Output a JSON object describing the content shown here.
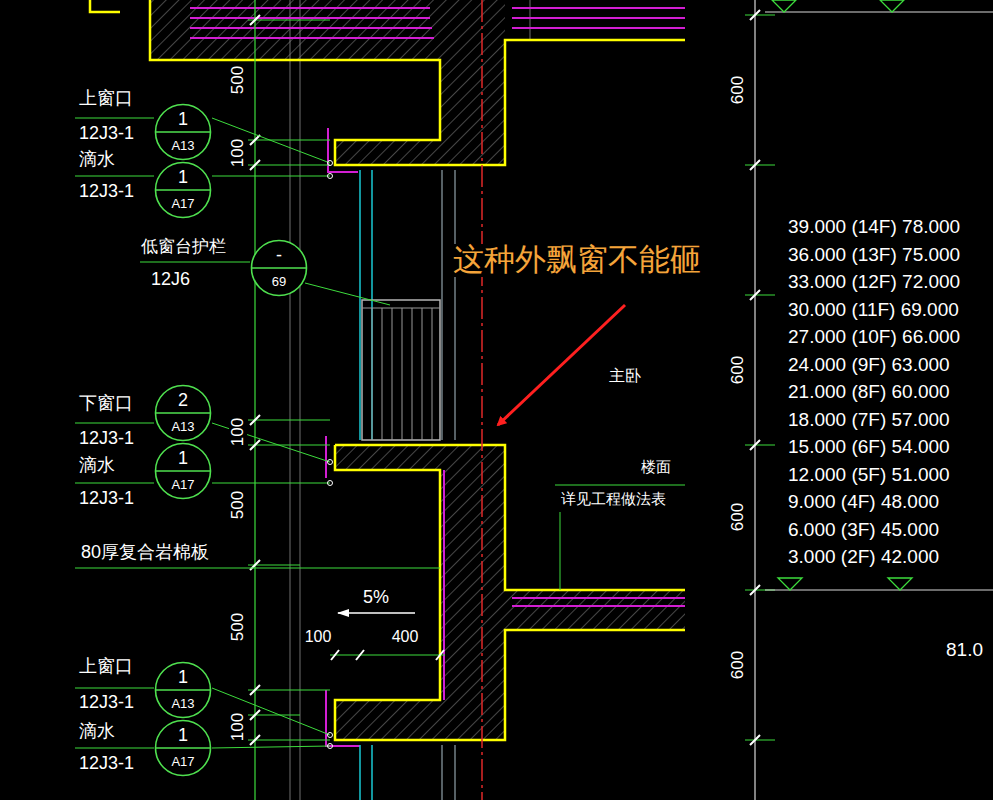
{
  "diagram": {
    "nodes": [
      {
        "text": [
          "1",
          "A13"
        ]
      },
      {
        "text": [
          "1",
          "A17"
        ]
      },
      {
        "text": [
          "-",
          "69"
        ]
      },
      {
        "text": [
          "2",
          "A13"
        ]
      },
      {
        "text": [
          "1",
          "A17"
        ]
      },
      {
        "text": [
          "1",
          "A13"
        ]
      },
      {
        "text": [
          "1",
          "A17"
        ]
      }
    ],
    "labels": [
      "上窗口",
      "12J3-1",
      "滴水",
      "12J3-1",
      "低窗台护栏",
      "12J6",
      "下窗口",
      "12J3-1",
      "滴水",
      "12J3-1",
      "80厚复合岩棉板",
      "上窗口",
      "12J3-1",
      "滴水",
      "12J3-1",
      "500",
      "100",
      "100",
      "500",
      "500",
      "100",
      "600",
      "600",
      "600",
      "600",
      "这种外飘窗不能砸",
      "主卧",
      "楼面",
      "详见工程做法表",
      "5%",
      "100",
      "400",
      "39.000 (14F) 78.000",
      "36.000 (13F) 75.000",
      "33.000 (12F) 72.000",
      "30.000 (11F) 69.000",
      "27.000 (10F) 66.000",
      "24.000 (9F) 63.000",
      "21.000 (8F) 60.000",
      "18.000 (7F) 57.000",
      "15.000 (6F) 54.000",
      "12.000 (5F) 51.000",
      "9.000 (4F) 48.000",
      "6.000 (3F) 45.000",
      "3.000 (2F) 42.000",
      "81.0"
    ]
  }
}
